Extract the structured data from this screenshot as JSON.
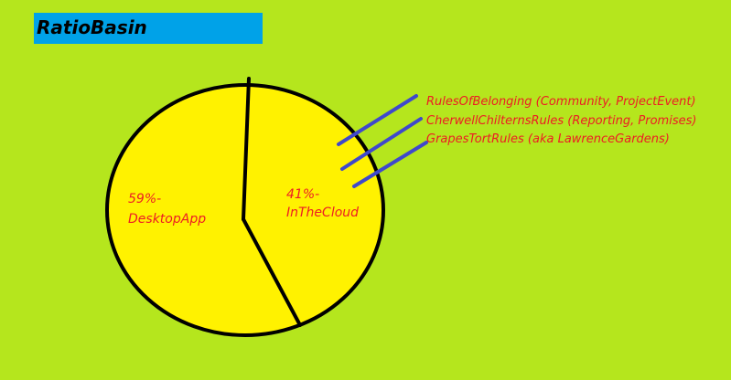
{
  "title": "RatioBasin",
  "colors": {
    "background": "#b5e61d",
    "title_bar": "#00a2e8",
    "pie_fill": "#fff200",
    "outline": "#000000",
    "label_text": "#ed1c24",
    "connector": "#3f48cc"
  },
  "chart_data": {
    "type": "pie",
    "slices": [
      {
        "percent": 59,
        "label_line1": "59%-",
        "label_line2": "DesktopApp"
      },
      {
        "percent": 41,
        "label_line1": "41%-",
        "label_line2": "InTheCloud"
      }
    ],
    "annotations": [
      "RulesOfBelonging (Community, ProjectEvent)",
      "CherwellChilternsRules (Reporting, Promises)",
      "GrapesTortRules (aka LawrenceGardens)"
    ]
  }
}
